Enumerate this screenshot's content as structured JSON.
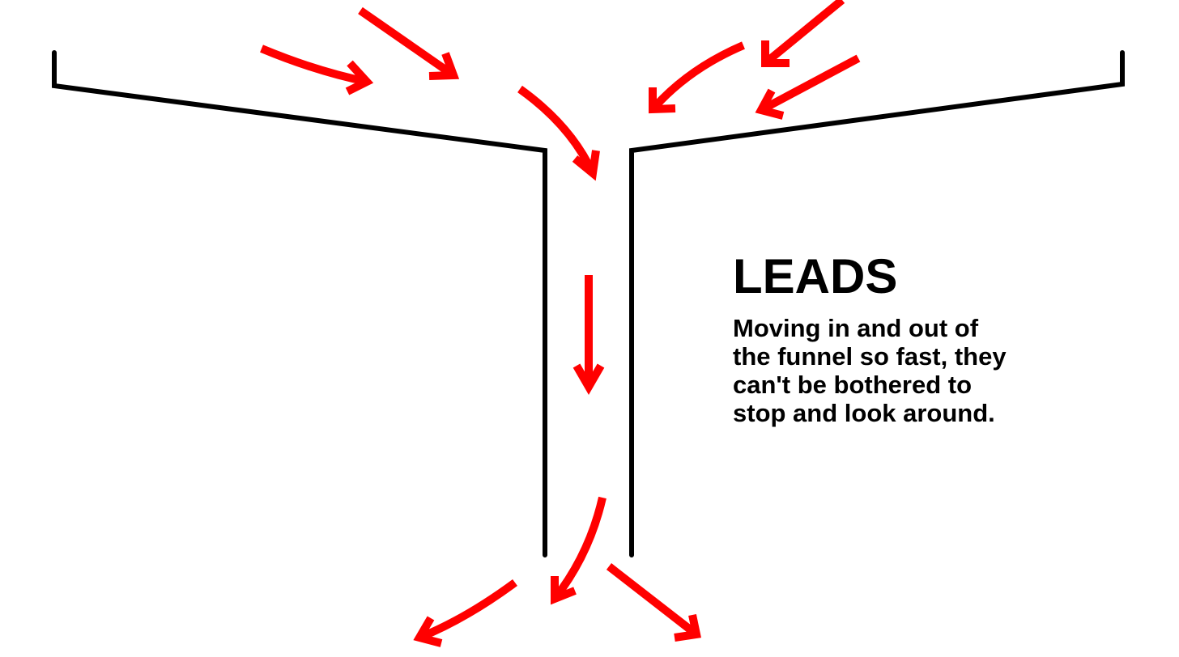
{
  "title": "LEADS",
  "caption_lines": [
    "Moving in and out of",
    "the funnel so fast, they",
    "can't be bothered to",
    "stop and look around."
  ],
  "colors": {
    "arrow": "#ff0000",
    "funnel": "#000000",
    "text": "#000000",
    "background": "#ffffff"
  }
}
